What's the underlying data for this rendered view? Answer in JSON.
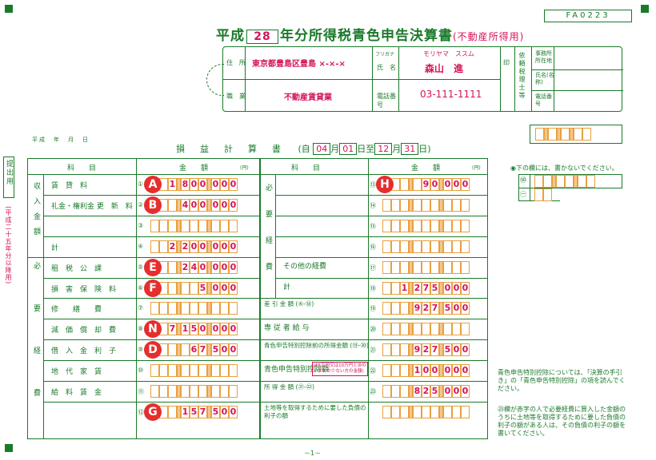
{
  "header": {
    "title_prefix": "平成",
    "year": "28",
    "title_main": "年分所得税青色申告決算書",
    "title_sub": "(不動産所得用)",
    "form_code": "FA0223"
  },
  "taxpayer": {
    "address_label": "住　所",
    "address": "東京都豊島区豊島 ×-×-×",
    "occupation_label": "職　業",
    "occupation": "不動産賃貸業",
    "furigana_label": "フリガナ",
    "name_label": "氏　名",
    "furigana": "モリヤマ　ススム",
    "name": "森山　進",
    "phone_label": "電話番号",
    "phone": "03-111-1111",
    "seal": "印",
    "agent_label": "依頼税理士等",
    "office_label": "事務所所在地",
    "agent_name_label": "氏名(名称)",
    "agent_phone_label": "電話番号"
  },
  "period": {
    "date_label": "平成　年　月　日",
    "title": "損　益　計　算　書",
    "from_month": "04",
    "from_day": "01",
    "to_month": "12",
    "to_day": "31",
    "open": "(自",
    "m": "月",
    "d": "日至",
    "m2": "月",
    "d2": "日)"
  },
  "side": {
    "submit": "提出用",
    "era": "(平成二十五年分以降用)"
  },
  "columns": {
    "item": "科　　目",
    "amount": "金　　額",
    "unit": "(円)"
  },
  "left_rows": [
    {
      "group": "",
      "label": "賃　貸　料",
      "no": "①",
      "value": "1800000",
      "badge": "A"
    },
    {
      "group": "",
      "label": "礼金・権利金 更　新　料",
      "no": "②",
      "value": "400000",
      "badge": "B"
    },
    {
      "group": "",
      "label": "",
      "no": "③",
      "value": "",
      "badge": ""
    },
    {
      "group": "",
      "label": "計",
      "no": "④",
      "value": "2200000",
      "badge": ""
    },
    {
      "group": "",
      "label": "租　税　公　課",
      "no": "⑤",
      "value": "240000",
      "badge": "E"
    },
    {
      "group": "",
      "label": "損　害　保　険　料",
      "no": "⑥",
      "value": "5000",
      "badge": "F"
    },
    {
      "group": "",
      "label": "修　　繕　　費",
      "no": "⑦",
      "value": "",
      "badge": ""
    },
    {
      "group": "",
      "label": "減　価　償　却　費",
      "no": "⑧",
      "value": "7150000",
      "badge": "N"
    },
    {
      "group": "",
      "label": "借　入　金　利　子",
      "no": "⑨",
      "value": "67500",
      "badge": "D"
    },
    {
      "group": "",
      "label": "地　代　家　賃",
      "no": "⑩",
      "value": "",
      "badge": ""
    },
    {
      "group": "",
      "label": "給　料　賃　金",
      "no": "⑪",
      "value": "",
      "badge": ""
    },
    {
      "group": "",
      "label": "",
      "no": "⑫",
      "value": "157500",
      "badge": "G"
    }
  ],
  "left_groups": {
    "income": "収入金額",
    "expense": "必要経費"
  },
  "right_rows": [
    {
      "label": "",
      "no": "⑬",
      "value": "90000",
      "badge": "H"
    },
    {
      "label": "",
      "no": "⑭",
      "value": "",
      "badge": ""
    },
    {
      "label": "",
      "no": "⑮",
      "value": "",
      "badge": ""
    },
    {
      "label": "",
      "no": "⑯",
      "value": "",
      "badge": ""
    },
    {
      "label": "その他の経費",
      "no": "⑰",
      "value": "",
      "badge": ""
    },
    {
      "label": "計",
      "no": "⑱",
      "value": "1275000",
      "badge": ""
    },
    {
      "label": "差 引 金 額 (④-⑱)",
      "no": "⑲",
      "value": "927500",
      "badge": ""
    },
    {
      "label": "専 従 者 給 与",
      "no": "⑳",
      "value": "",
      "badge": ""
    },
    {
      "label": "青色申告特別控除前の所得金額 (⑲-⑳)",
      "no": "㉑",
      "value": "927500",
      "badge": ""
    },
    {
      "label": "青色申告特別控除額",
      "no": "㉒",
      "value": "100000",
      "badge": ""
    },
    {
      "label": "所 得 金 額 (㉑-㉒)",
      "no": "㉓",
      "value": "825000",
      "badge": ""
    },
    {
      "label": "土地等を取得するために要した負債の利子の額",
      "no": "",
      "value": "",
      "badge": ""
    }
  ],
  "right_group": "必要経費",
  "special_note": "(65万円又は10万円と⑳のいずれか少ない方の金額)",
  "notes": {
    "top": "◉下の欄には、書かないでください。",
    "code1": "㊿",
    "code2": "㊀",
    "deduction": "青色申告特別控除については、「決算の手引き」の「青色申告特別控除」の項を読んでください。",
    "interest": "㉓欄が赤字の人で必要経費に算入した金額のうちに土地等を取得するために要した負債の利子の額がある人は、その負債の利子の額を書いてください。"
  },
  "footer": {
    "page": "－1－"
  }
}
